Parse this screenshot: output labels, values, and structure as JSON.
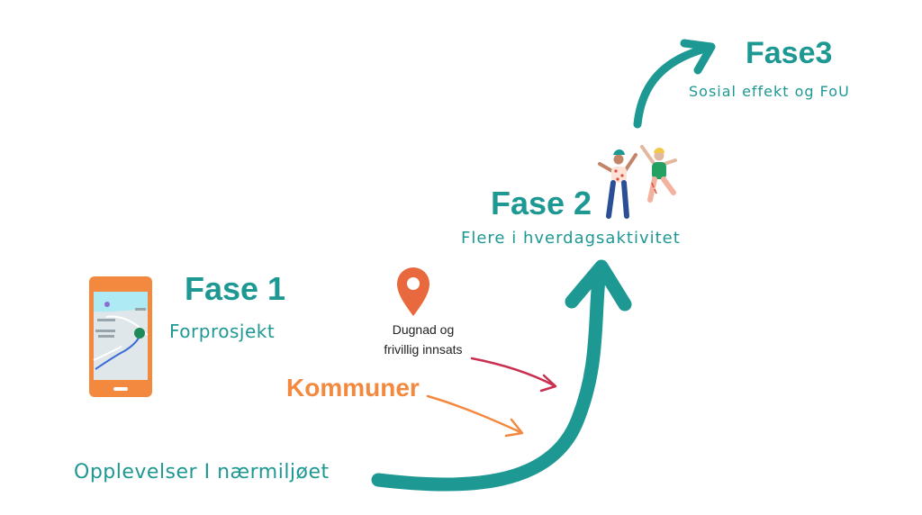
{
  "phases": {
    "phase1": {
      "title": "Fase 1",
      "subtitle": "Forprosjekt"
    },
    "phase2": {
      "title": "Fase 2",
      "subtitle": "Flere i hverdagsaktivitet"
    },
    "phase3": {
      "title": "Fase3",
      "subtitle": "Sosial effekt og FoU"
    }
  },
  "inputs": {
    "dugnad": {
      "line1": "Dugnad og",
      "line2": "frivillig innsats"
    },
    "kommuner": "Kommuner",
    "opplevelser": "Opplevelser I nærmiljøet"
  },
  "icons": {
    "phone": "phone-map-icon",
    "pin": "location-pin-icon",
    "people": "celebrating-people-illustration"
  },
  "colors": {
    "teal": "#1e9893",
    "orange": "#f3893f",
    "crimson": "#c9304f",
    "pin": "#e8693e"
  }
}
